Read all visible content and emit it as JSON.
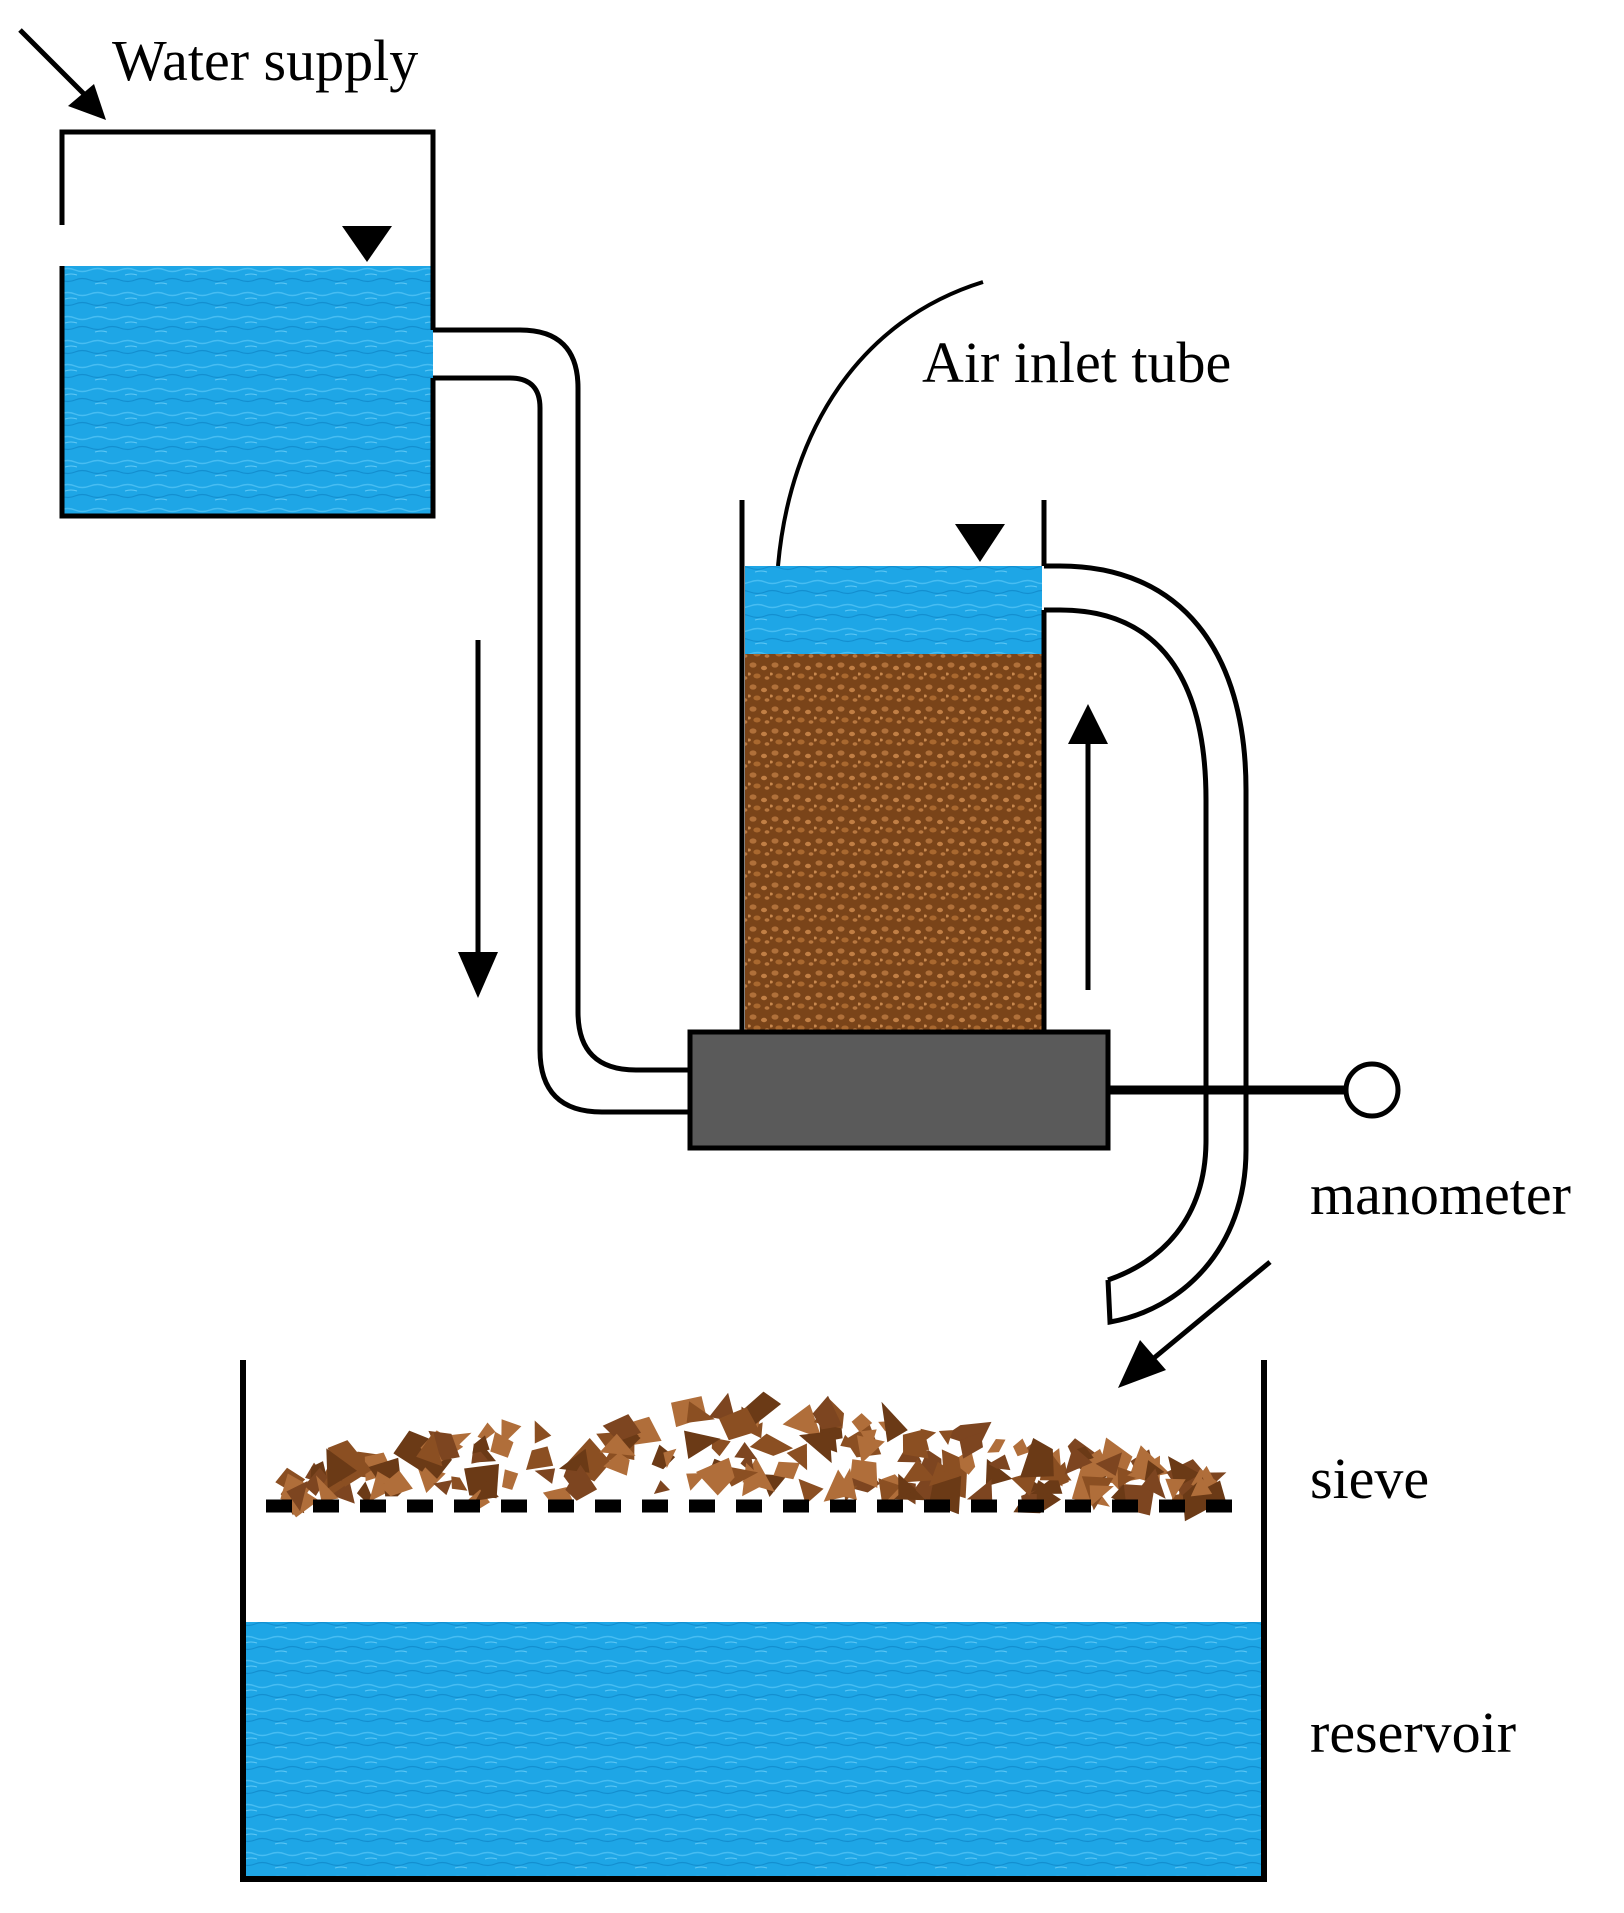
{
  "labels": {
    "water_supply": "Water supply",
    "air_inlet_tube": "Air inlet tube",
    "manometer": "manometer",
    "sieve": "sieve",
    "reservoir": "reservoir"
  },
  "colors": {
    "water": "#1ea6e6",
    "water_light": "#3bb8f0",
    "soil": "#8b4f22",
    "soil_dark": "#6b3a16",
    "soil_light": "#b06e3a",
    "base_block": "#5a5a5a",
    "outline": "#000000",
    "background": "#ffffff"
  },
  "icons": {
    "water_level": "triangle-down-icon",
    "flow_arrow": "arrow-icon",
    "manometer_gauge": "circle-gauge-icon"
  }
}
